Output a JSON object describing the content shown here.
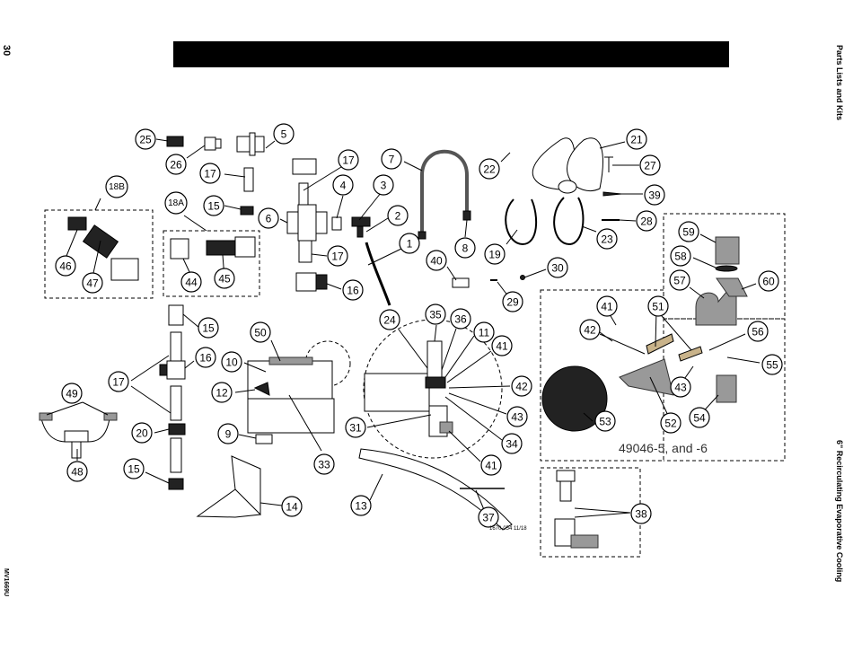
{
  "page": {
    "page_number": "30",
    "doc_code": "MV1669U",
    "section_top": "Parts Lists and Kits",
    "section_bottom": "6\" Recirculating Evaporative Cooling",
    "title_bar_text": ""
  },
  "diagram": {
    "drawing_number": "1670-054 11/18",
    "kit_label": "49046-5, and -6",
    "callouts": [
      {
        "id": "c25",
        "label": "25"
      },
      {
        "id": "c26",
        "label": "26"
      },
      {
        "id": "c5",
        "label": "5"
      },
      {
        "id": "c17a",
        "label": "17"
      },
      {
        "id": "c17b",
        "label": "17"
      },
      {
        "id": "c17c",
        "label": "17"
      },
      {
        "id": "c17d",
        "label": "17"
      },
      {
        "id": "c18B",
        "label": "18B"
      },
      {
        "id": "c18A",
        "label": "18A"
      },
      {
        "id": "c15a",
        "label": "15"
      },
      {
        "id": "c15b",
        "label": "15"
      },
      {
        "id": "c15c",
        "label": "15"
      },
      {
        "id": "c4",
        "label": "4"
      },
      {
        "id": "c3",
        "label": "3"
      },
      {
        "id": "c6",
        "label": "6"
      },
      {
        "id": "c2",
        "label": "2"
      },
      {
        "id": "c7",
        "label": "7"
      },
      {
        "id": "c8",
        "label": "8"
      },
      {
        "id": "c1",
        "label": "1"
      },
      {
        "id": "c16a",
        "label": "16"
      },
      {
        "id": "c16b",
        "label": "16"
      },
      {
        "id": "c46",
        "label": "46"
      },
      {
        "id": "c47",
        "label": "47"
      },
      {
        "id": "c44",
        "label": "44"
      },
      {
        "id": "c45",
        "label": "45"
      },
      {
        "id": "c22",
        "label": "22"
      },
      {
        "id": "c21",
        "label": "21"
      },
      {
        "id": "c27",
        "label": "27"
      },
      {
        "id": "c39",
        "label": "39"
      },
      {
        "id": "c19",
        "label": "19"
      },
      {
        "id": "c28",
        "label": "28"
      },
      {
        "id": "c23",
        "label": "23"
      },
      {
        "id": "c40",
        "label": "40"
      },
      {
        "id": "c30",
        "label": "30"
      },
      {
        "id": "c29",
        "label": "29"
      },
      {
        "id": "c59",
        "label": "59"
      },
      {
        "id": "c58",
        "label": "58"
      },
      {
        "id": "c57",
        "label": "57"
      },
      {
        "id": "c60",
        "label": "60"
      },
      {
        "id": "c49",
        "label": "49"
      },
      {
        "id": "c48",
        "label": "48"
      },
      {
        "id": "c20",
        "label": "20"
      },
      {
        "id": "c50",
        "label": "50"
      },
      {
        "id": "c10",
        "label": "10"
      },
      {
        "id": "c12",
        "label": "12"
      },
      {
        "id": "c9",
        "label": "9"
      },
      {
        "id": "c33",
        "label": "33"
      },
      {
        "id": "c14",
        "label": "14"
      },
      {
        "id": "c24",
        "label": "24"
      },
      {
        "id": "c35",
        "label": "35"
      },
      {
        "id": "c36",
        "label": "36"
      },
      {
        "id": "c11",
        "label": "11"
      },
      {
        "id": "c41a",
        "label": "41"
      },
      {
        "id": "c42a",
        "label": "42"
      },
      {
        "id": "c43a",
        "label": "43"
      },
      {
        "id": "c31",
        "label": "31"
      },
      {
        "id": "c34",
        "label": "34"
      },
      {
        "id": "c41b",
        "label": "41"
      },
      {
        "id": "c13",
        "label": "13"
      },
      {
        "id": "c37",
        "label": "37"
      },
      {
        "id": "c41c",
        "label": "41"
      },
      {
        "id": "c51",
        "label": "51"
      },
      {
        "id": "c42b",
        "label": "42"
      },
      {
        "id": "c56",
        "label": "56"
      },
      {
        "id": "c55",
        "label": "55"
      },
      {
        "id": "c43b",
        "label": "43"
      },
      {
        "id": "c53",
        "label": "53"
      },
      {
        "id": "c52",
        "label": "52"
      },
      {
        "id": "c54",
        "label": "54"
      },
      {
        "id": "c38",
        "label": "38"
      }
    ]
  }
}
